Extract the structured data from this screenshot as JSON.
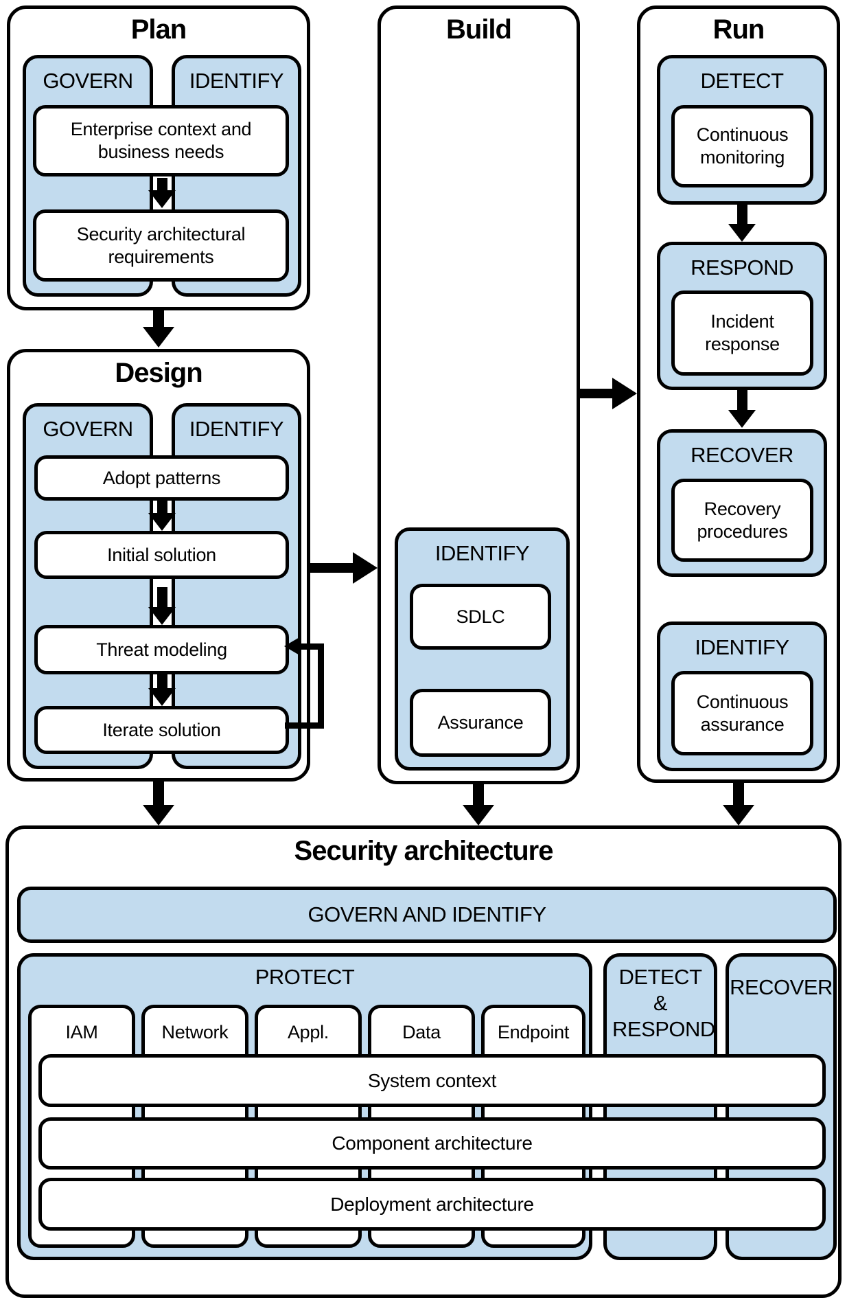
{
  "colors": {
    "panel_blue": "#C2DBEE",
    "line": "#000000",
    "box_white": "#FFFFFF"
  },
  "plan": {
    "title": "Plan",
    "govern_label": "GOVERN",
    "identify_label": "IDENTIFY",
    "steps": [
      "Enterprise context and business needs",
      "Security architectural requirements"
    ]
  },
  "design": {
    "title": "Design",
    "govern_label": "GOVERN",
    "identify_label": "IDENTIFY",
    "steps": [
      "Adopt patterns",
      "Initial solution",
      "Threat modeling",
      "Iterate solution"
    ]
  },
  "build": {
    "title": "Build",
    "group_label": "IDENTIFY",
    "steps": [
      "SDLC",
      "Assurance"
    ]
  },
  "run": {
    "title": "Run",
    "groups": [
      {
        "label": "DETECT",
        "step": "Continuous monitoring"
      },
      {
        "label": "RESPOND",
        "step": "Incident response"
      },
      {
        "label": "RECOVER",
        "step": "Recovery procedures"
      },
      {
        "label": "IDENTIFY",
        "step": "Continuous assurance"
      }
    ]
  },
  "security_architecture": {
    "title": "Security architecture",
    "band_label": "GOVERN AND IDENTIFY",
    "protect": {
      "label": "PROTECT",
      "domains": [
        "IAM",
        "Network",
        "Appl.",
        "Data",
        "Endpoint"
      ]
    },
    "detect_respond_label": "DETECT & RESPOND",
    "recover_label": "RECOVER",
    "layers": [
      "System context",
      "Component architecture",
      "Deployment architecture"
    ]
  }
}
